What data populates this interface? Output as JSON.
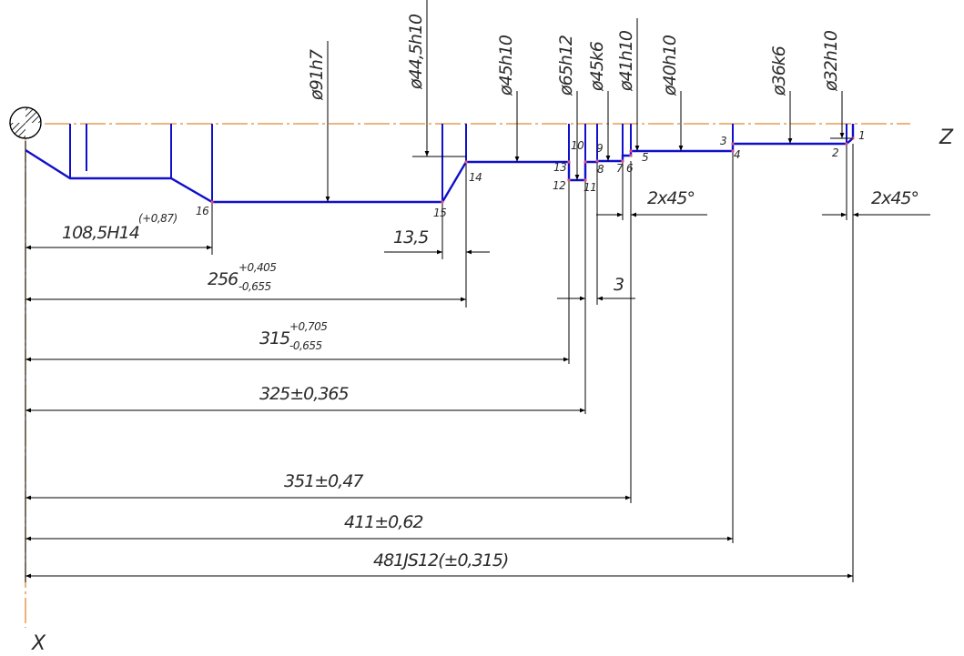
{
  "axes": {
    "z_label": "Z",
    "x_label": "X"
  },
  "diameters": [
    "ø91h7",
    "ø44,5h10",
    "ø45h10",
    "ø65h12",
    "ø45k6",
    "ø41h10",
    "ø40h10",
    "ø36k6",
    "ø32h10"
  ],
  "chamfers": [
    "2x45°",
    "2x45°"
  ],
  "small_dims": {
    "d13_5": "13,5",
    "d3": "3"
  },
  "dimensions": {
    "d108": {
      "main": "108,5H14",
      "tol": "(+0,87)"
    },
    "d256": {
      "main": "256",
      "upper": "+0,405",
      "lower": "-0,655"
    },
    "d315": {
      "main": "315",
      "upper": "+0,705",
      "lower": "-0,655"
    },
    "d325": {
      "main": "325±0,365"
    },
    "d351": {
      "main": "351±0,47"
    },
    "d411": {
      "main": "411±0,62"
    },
    "d481": {
      "main": "481JS12(±0,315)"
    }
  },
  "points": [
    "1",
    "2",
    "3",
    "4",
    "5",
    "6",
    "7",
    "8",
    "9",
    "10",
    "11",
    "12",
    "13",
    "14",
    "15",
    "16"
  ],
  "colors": {
    "profile": "#1010cc",
    "axis": "#e08a30",
    "dimension": "#000000",
    "text": "#2a2a2a"
  }
}
